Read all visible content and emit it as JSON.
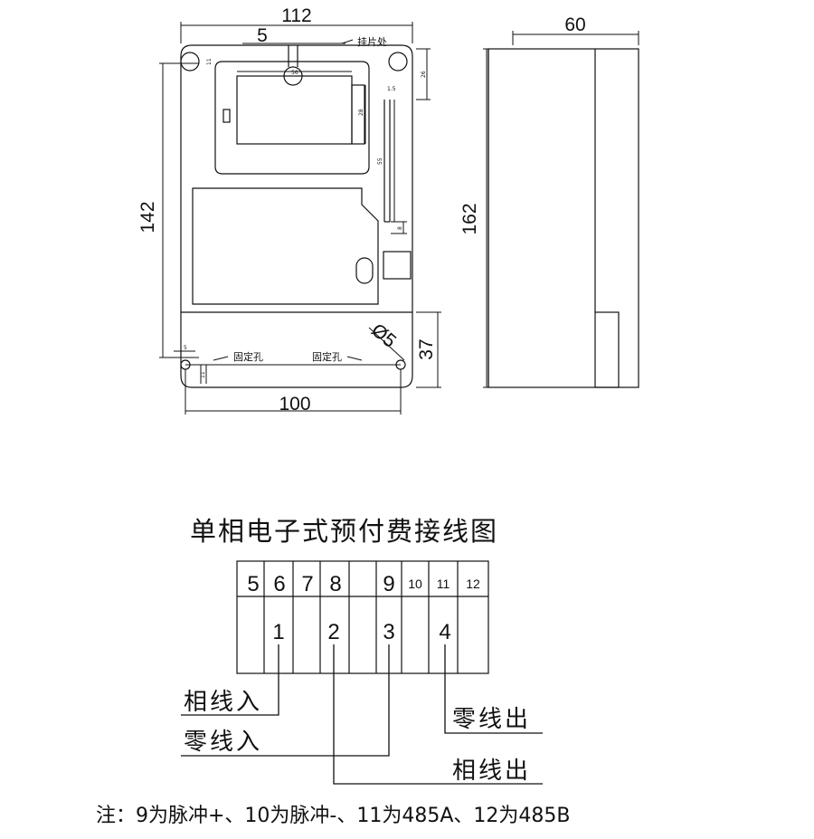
{
  "dimensions": {
    "width_top": "112",
    "tab_width": "5",
    "tab_location": "挂片处",
    "height_left": "142",
    "depth_side": "60",
    "height_side": "162",
    "hole_spacing": "100",
    "bottom_section": "37",
    "hole_diameter": "Ø5",
    "tab_offset": "11",
    "window_width": "56",
    "window_height": "28",
    "right_offset": "26",
    "slot_top": "1.5",
    "slot_length": "55",
    "slot_small": "8",
    "hole_edge": "5",
    "hole_bottom": "11",
    "left_hole_label": "固定孔",
    "right_hole_label": "固定孔"
  },
  "wiring": {
    "title": "单相电子式预付费接线图",
    "top_terminals": [
      "5",
      "6",
      "7",
      "8",
      "9",
      "10",
      "11",
      "12"
    ],
    "bottom_terminals": [
      "1",
      "2",
      "3",
      "4"
    ],
    "labels": {
      "phase_in": "相线入",
      "neutral_in": "零线入",
      "phase_out": "相线出",
      "neutral_out": "零线出"
    },
    "note": "注：9为脉冲+、10为脉冲-、11为485A、12为485B"
  }
}
